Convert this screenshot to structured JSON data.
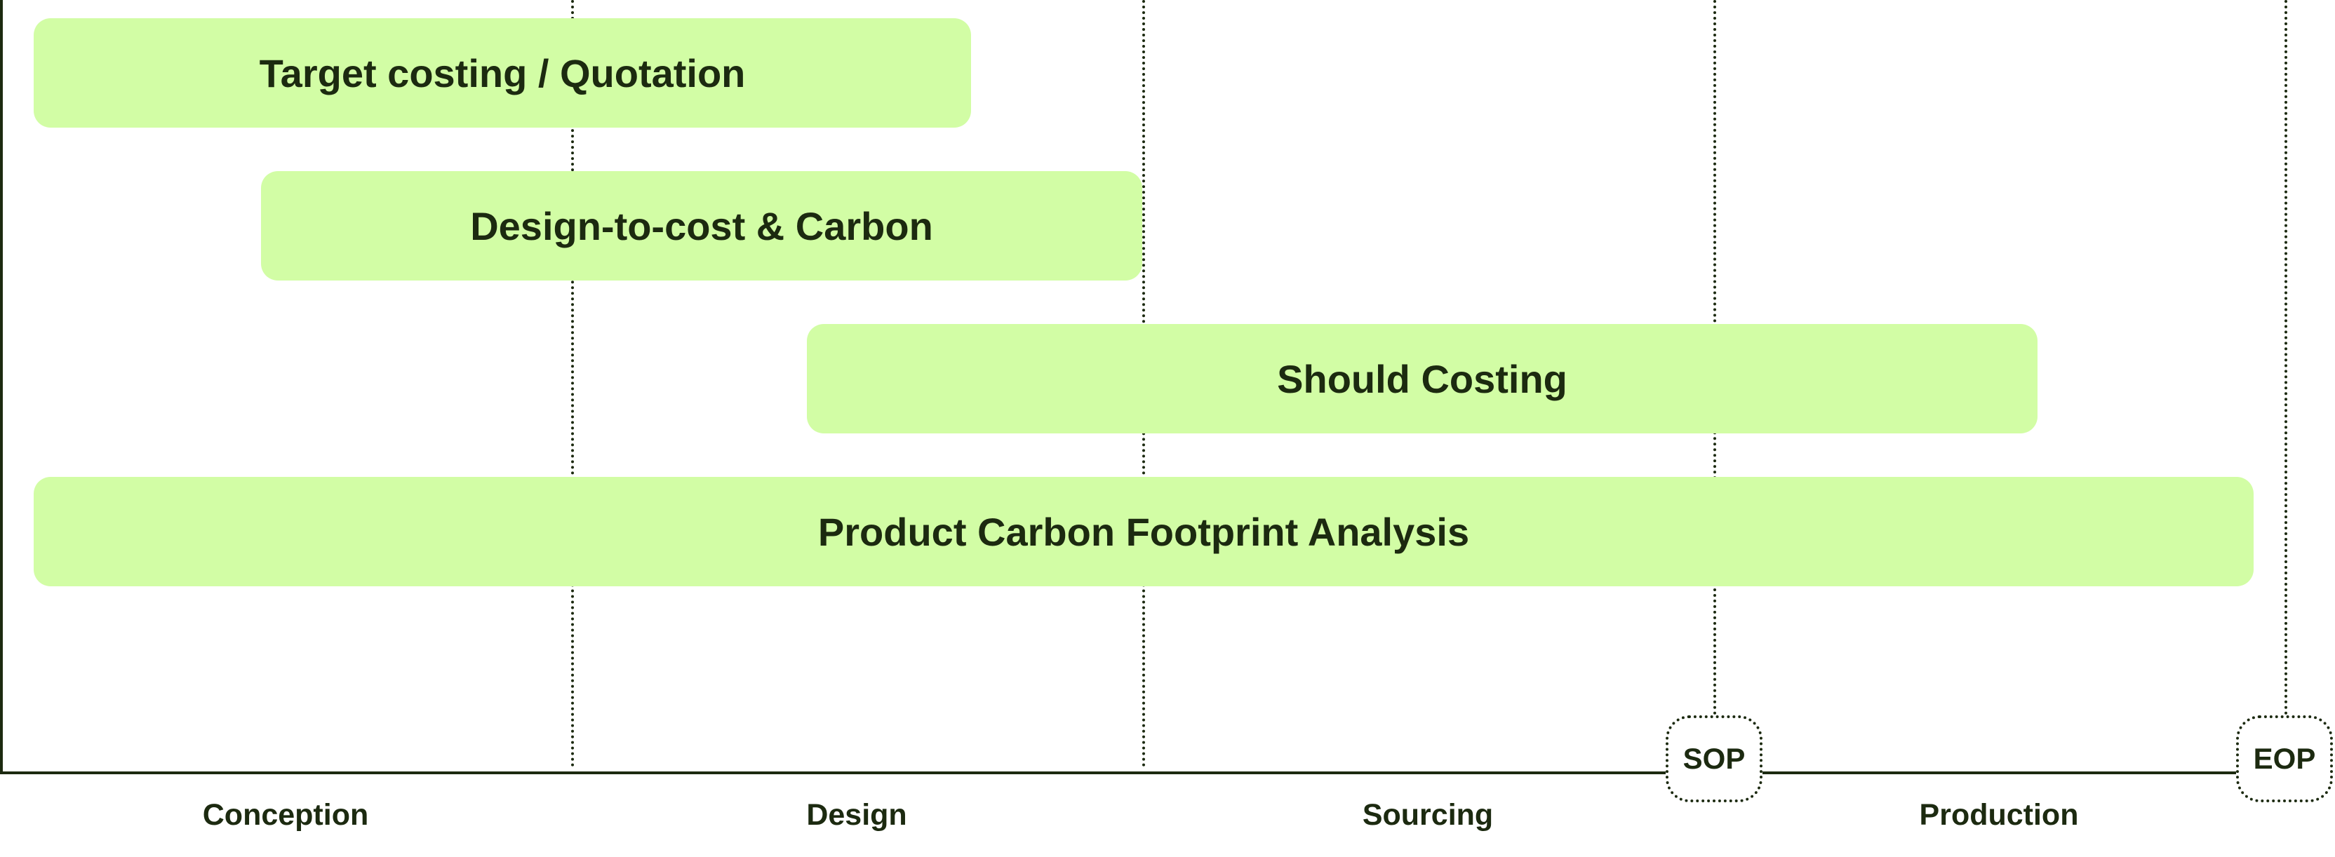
{
  "diagram": {
    "bars": [
      {
        "label": "Target costing / Quotation"
      },
      {
        "label": "Design-to-cost & Carbon"
      },
      {
        "label": "Should Costing"
      },
      {
        "label": "Product Carbon Footprint Analysis"
      }
    ],
    "phases": [
      {
        "label": "Conception"
      },
      {
        "label": "Design"
      },
      {
        "label": "Sourcing"
      },
      {
        "label": "Production"
      }
    ],
    "milestones": [
      {
        "label": "SOP"
      },
      {
        "label": "EOP"
      }
    ],
    "colors": {
      "bar_fill": "#d2fda5",
      "ink": "#1c2a10",
      "background": "#ffffff"
    }
  }
}
